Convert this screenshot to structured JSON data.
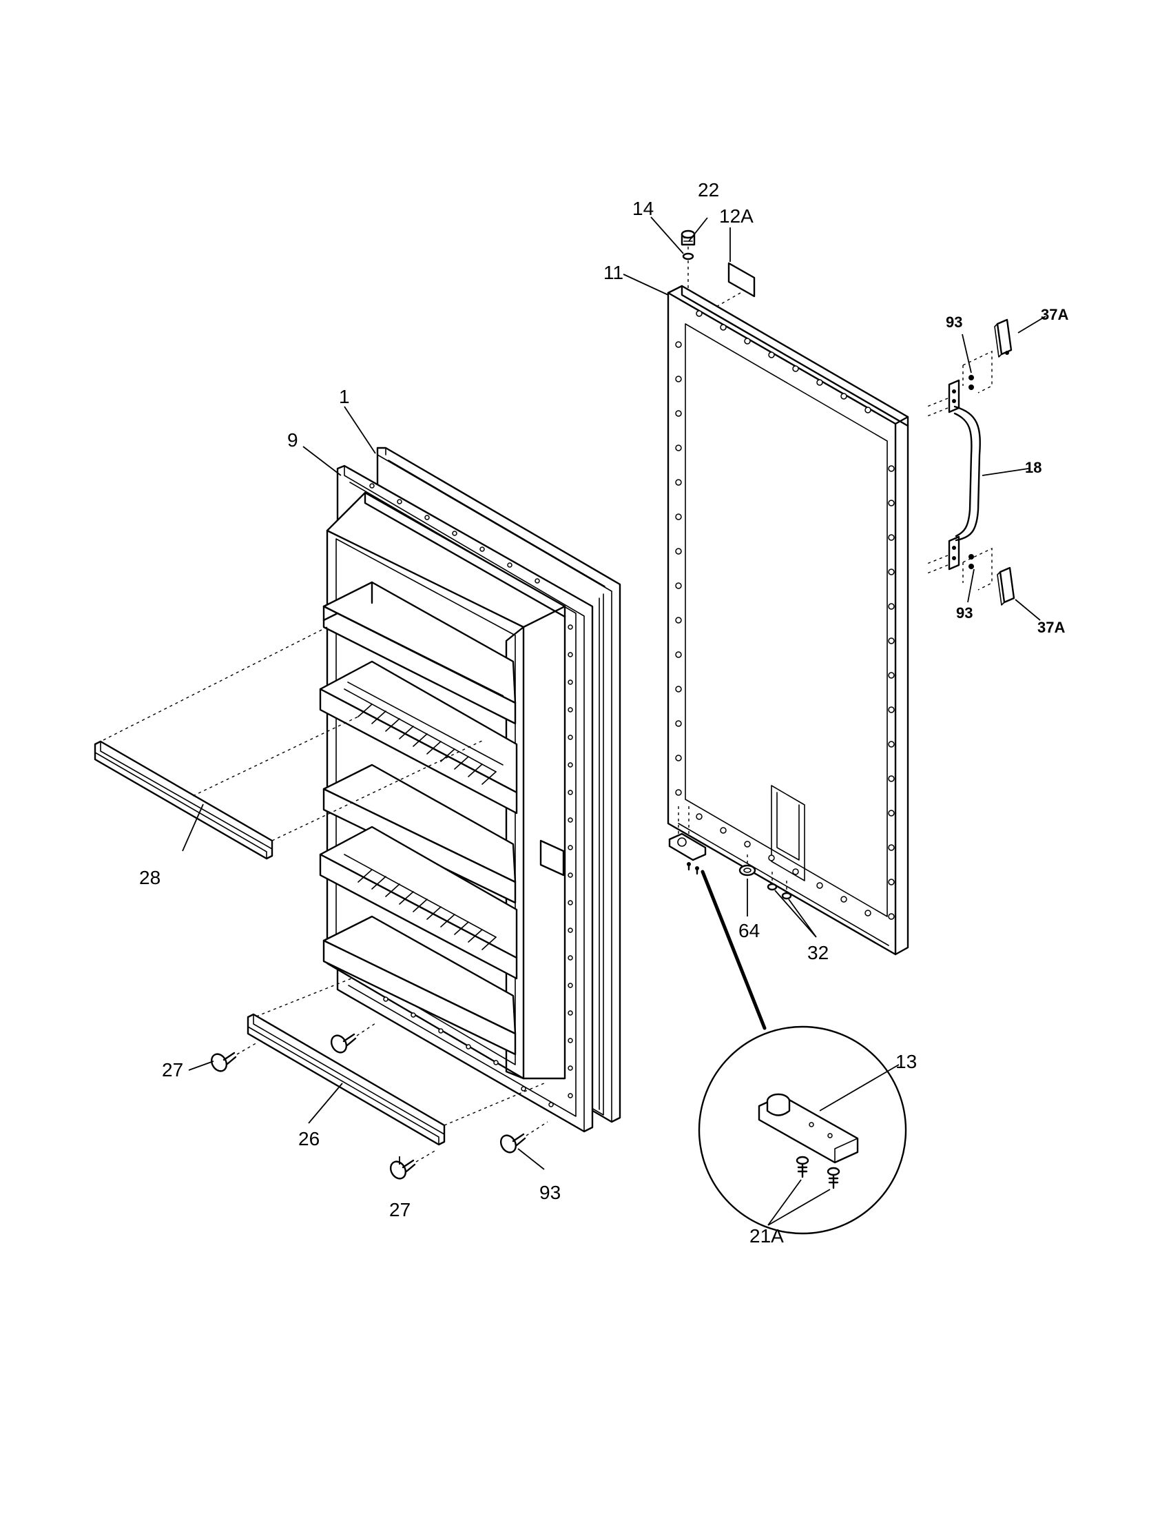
{
  "callouts": {
    "c1": "1",
    "c9": "9",
    "c28": "28",
    "c27a": "27",
    "c27b": "27",
    "c26": "26",
    "c93a": "93",
    "c22": "22",
    "c14": "14",
    "c12A": "12A",
    "c11": "11",
    "c93b": "93",
    "c37Aa": "37A",
    "c18": "18",
    "c93c": "93",
    "c37Ab": "37A",
    "c64": "64",
    "c32": "32",
    "c13": "13",
    "c21A": "21A"
  }
}
